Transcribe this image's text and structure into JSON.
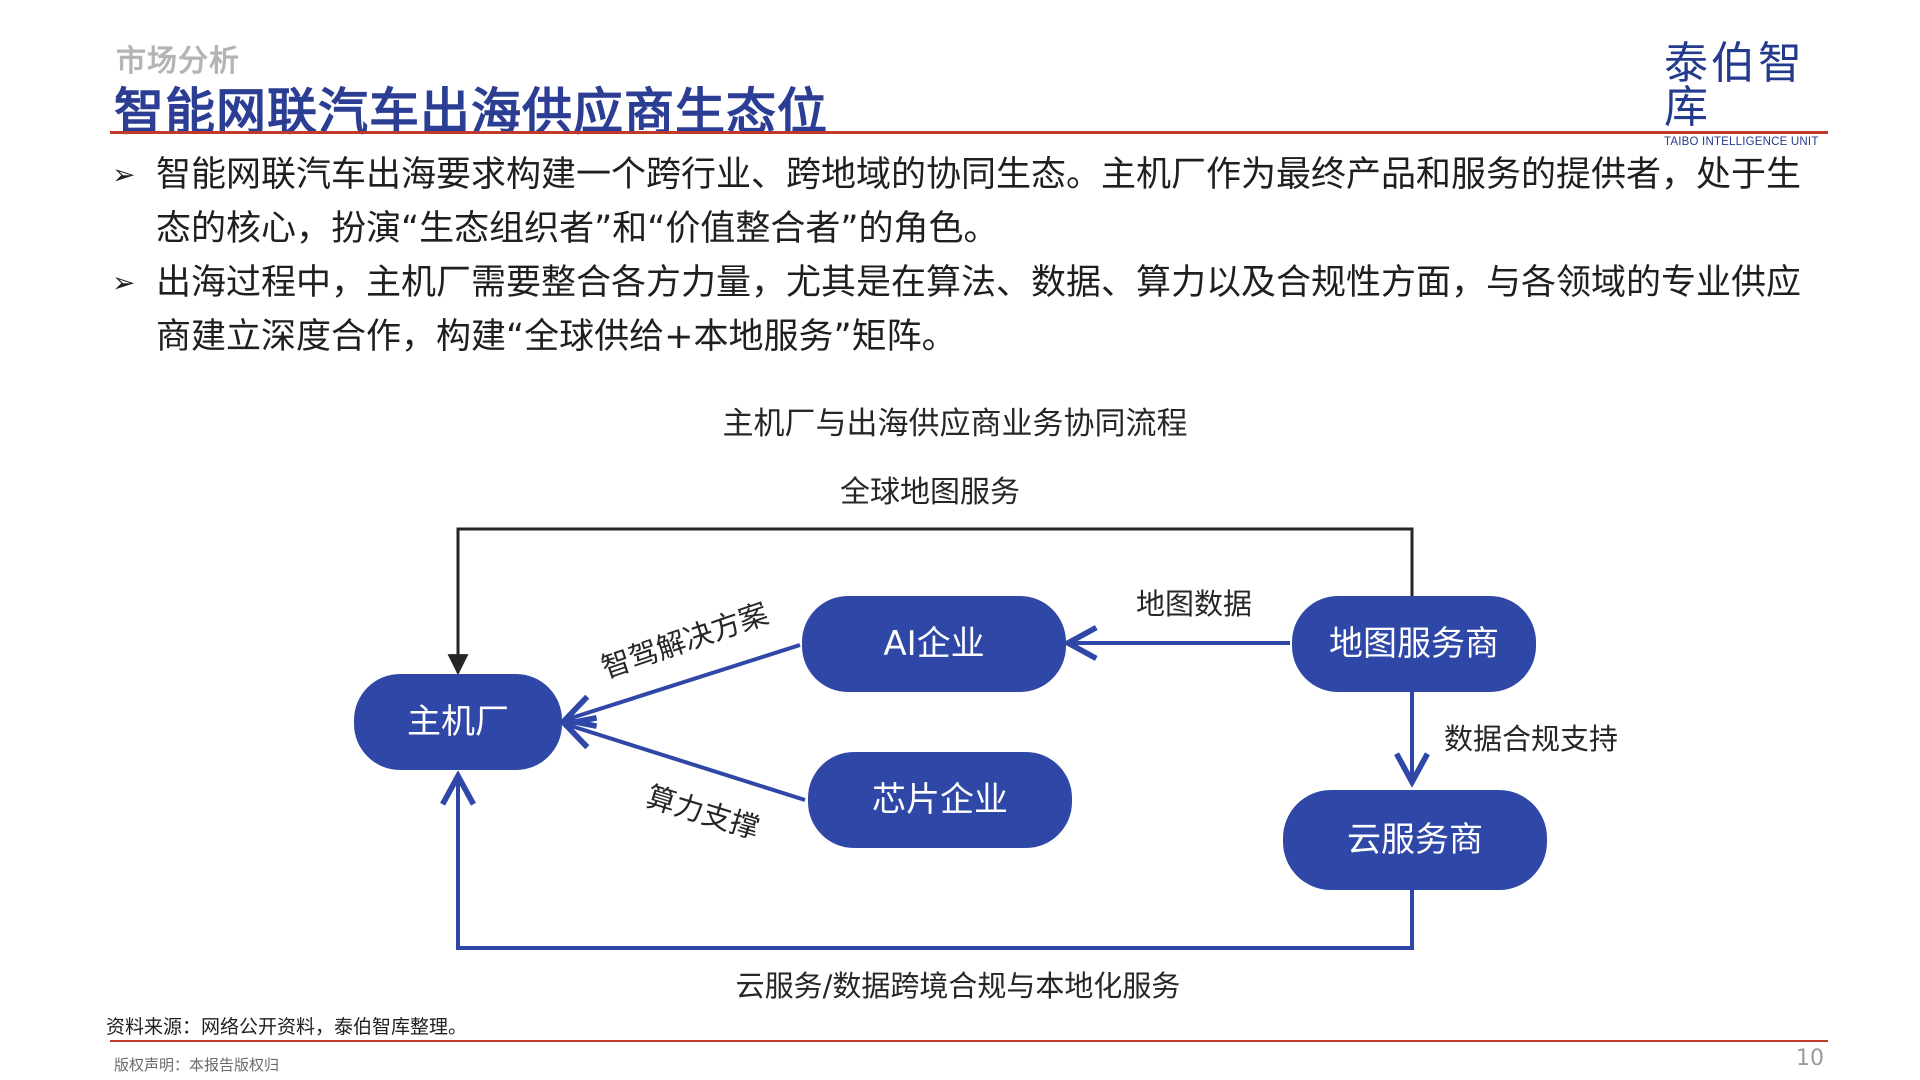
{
  "header": {
    "section": "市场分析",
    "title": "智能网联汽车出海供应商生态位"
  },
  "logo": {
    "name": "泰伯智库",
    "subtitle": "TAIBO INTELLIGENCE UNIT"
  },
  "colors": {
    "accent_red": "#c0392b",
    "node_blue": "#2f47a6",
    "title_blue": "#2c3e93",
    "edge_dark": "#262626"
  },
  "bullets": [
    {
      "icon": "arrow-bullet-icon",
      "text": "智能网联汽车出海要求构建一个跨行业、跨地域的协同生态。主机厂作为最终产品和服务的提供者，处于生态的核心，扮演“生态组织者”和“价值整合者”的角色。"
    },
    {
      "icon": "arrow-bullet-icon",
      "text": "出海过程中，主机厂需要整合各方力量，尤其是在算法、数据、算力以及合规性方面，与各领域的专业供应商建立深度合作，构建“全球供给+本地服务”矩阵。"
    }
  ],
  "diagram": {
    "title": "主机厂与出海供应商业务协同流程",
    "nodes": {
      "oem": "主机厂",
      "ai": "AI企业",
      "chip": "芯片企业",
      "map": "地图服务商",
      "cloud": "云服务商"
    },
    "edges": {
      "global_map": "全球地图服务",
      "map_data": "地图数据",
      "ai_solution": "智驾解决方案",
      "compute": "算力支撑",
      "data_compliance": "数据合规支持",
      "cloud_service": "云服务/数据跨境合规与本地化服务"
    }
  },
  "footer": {
    "source": "资料来源：网络公开资料，泰伯智库整理。",
    "copyright": "版权声明：本报告版权归",
    "page": "10"
  }
}
